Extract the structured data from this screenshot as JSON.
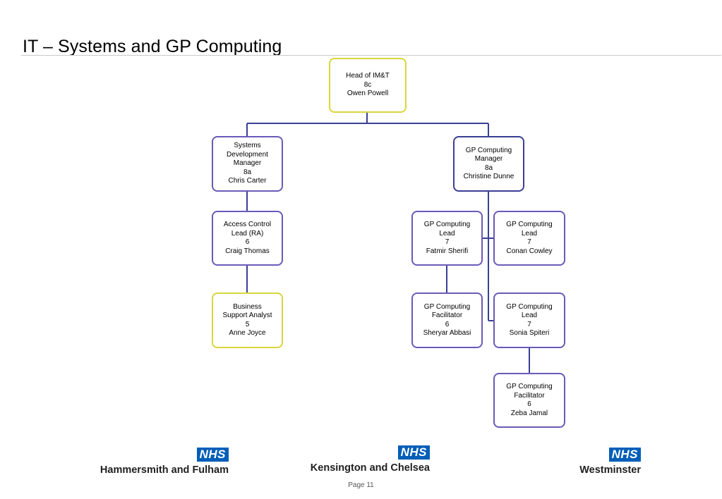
{
  "title": "IT – Systems and GP Computing",
  "colors": {
    "connector": "#3a3f94",
    "box_border_purple": "#6a5ab8",
    "box_border_yellow": "#d9d63a",
    "box_border_navy": "#3a3f94",
    "nhs_blue": "#005eb8"
  },
  "org": {
    "head": {
      "role": "Head of IM&T",
      "band": "8c",
      "name": "Owen Powell"
    },
    "sdm": {
      "role_lines": [
        "Systems",
        "Development",
        "Manager"
      ],
      "band": "8a",
      "name": "Chris Carter"
    },
    "gpm": {
      "role_lines": [
        "GP Computing",
        "Manager"
      ],
      "band": "8a",
      "name": "Christine Dunne"
    },
    "acl": {
      "role_lines": [
        "Access Control",
        "Lead (RA)"
      ],
      "band": "6",
      "name": "Craig Thomas"
    },
    "bsa": {
      "role_lines": [
        "Business",
        "Support Analyst"
      ],
      "band": "5",
      "name": "Anne Joyce"
    },
    "gpl_fs": {
      "role_lines": [
        "GP Computing",
        "Lead"
      ],
      "band": "7",
      "name": "Fatmir Sherifi"
    },
    "gpl_cc": {
      "role_lines": [
        "GP Computing",
        "Lead"
      ],
      "band": "7",
      "name": "Conan Cowley"
    },
    "gpf_sa": {
      "role_lines": [
        "GP Computing",
        "Facilitator"
      ],
      "band": "6",
      "name": "Sheryar Abbasi"
    },
    "gpl_ss": {
      "role_lines": [
        "GP Computing",
        "Lead"
      ],
      "band": "7",
      "name": "Sonia Spiteri"
    },
    "gpf_zj": {
      "role_lines": [
        "GP Computing",
        "Facilitator"
      ],
      "band": "6",
      "name": "Zeba Jamal"
    }
  },
  "footer": {
    "logos": [
      {
        "badge": "NHS",
        "name": "Hammersmith and Fulham"
      },
      {
        "badge": "NHS",
        "name": "Kensington and Chelsea"
      },
      {
        "badge": "NHS",
        "name": "Westminster"
      }
    ],
    "page_label": "Page 11"
  }
}
